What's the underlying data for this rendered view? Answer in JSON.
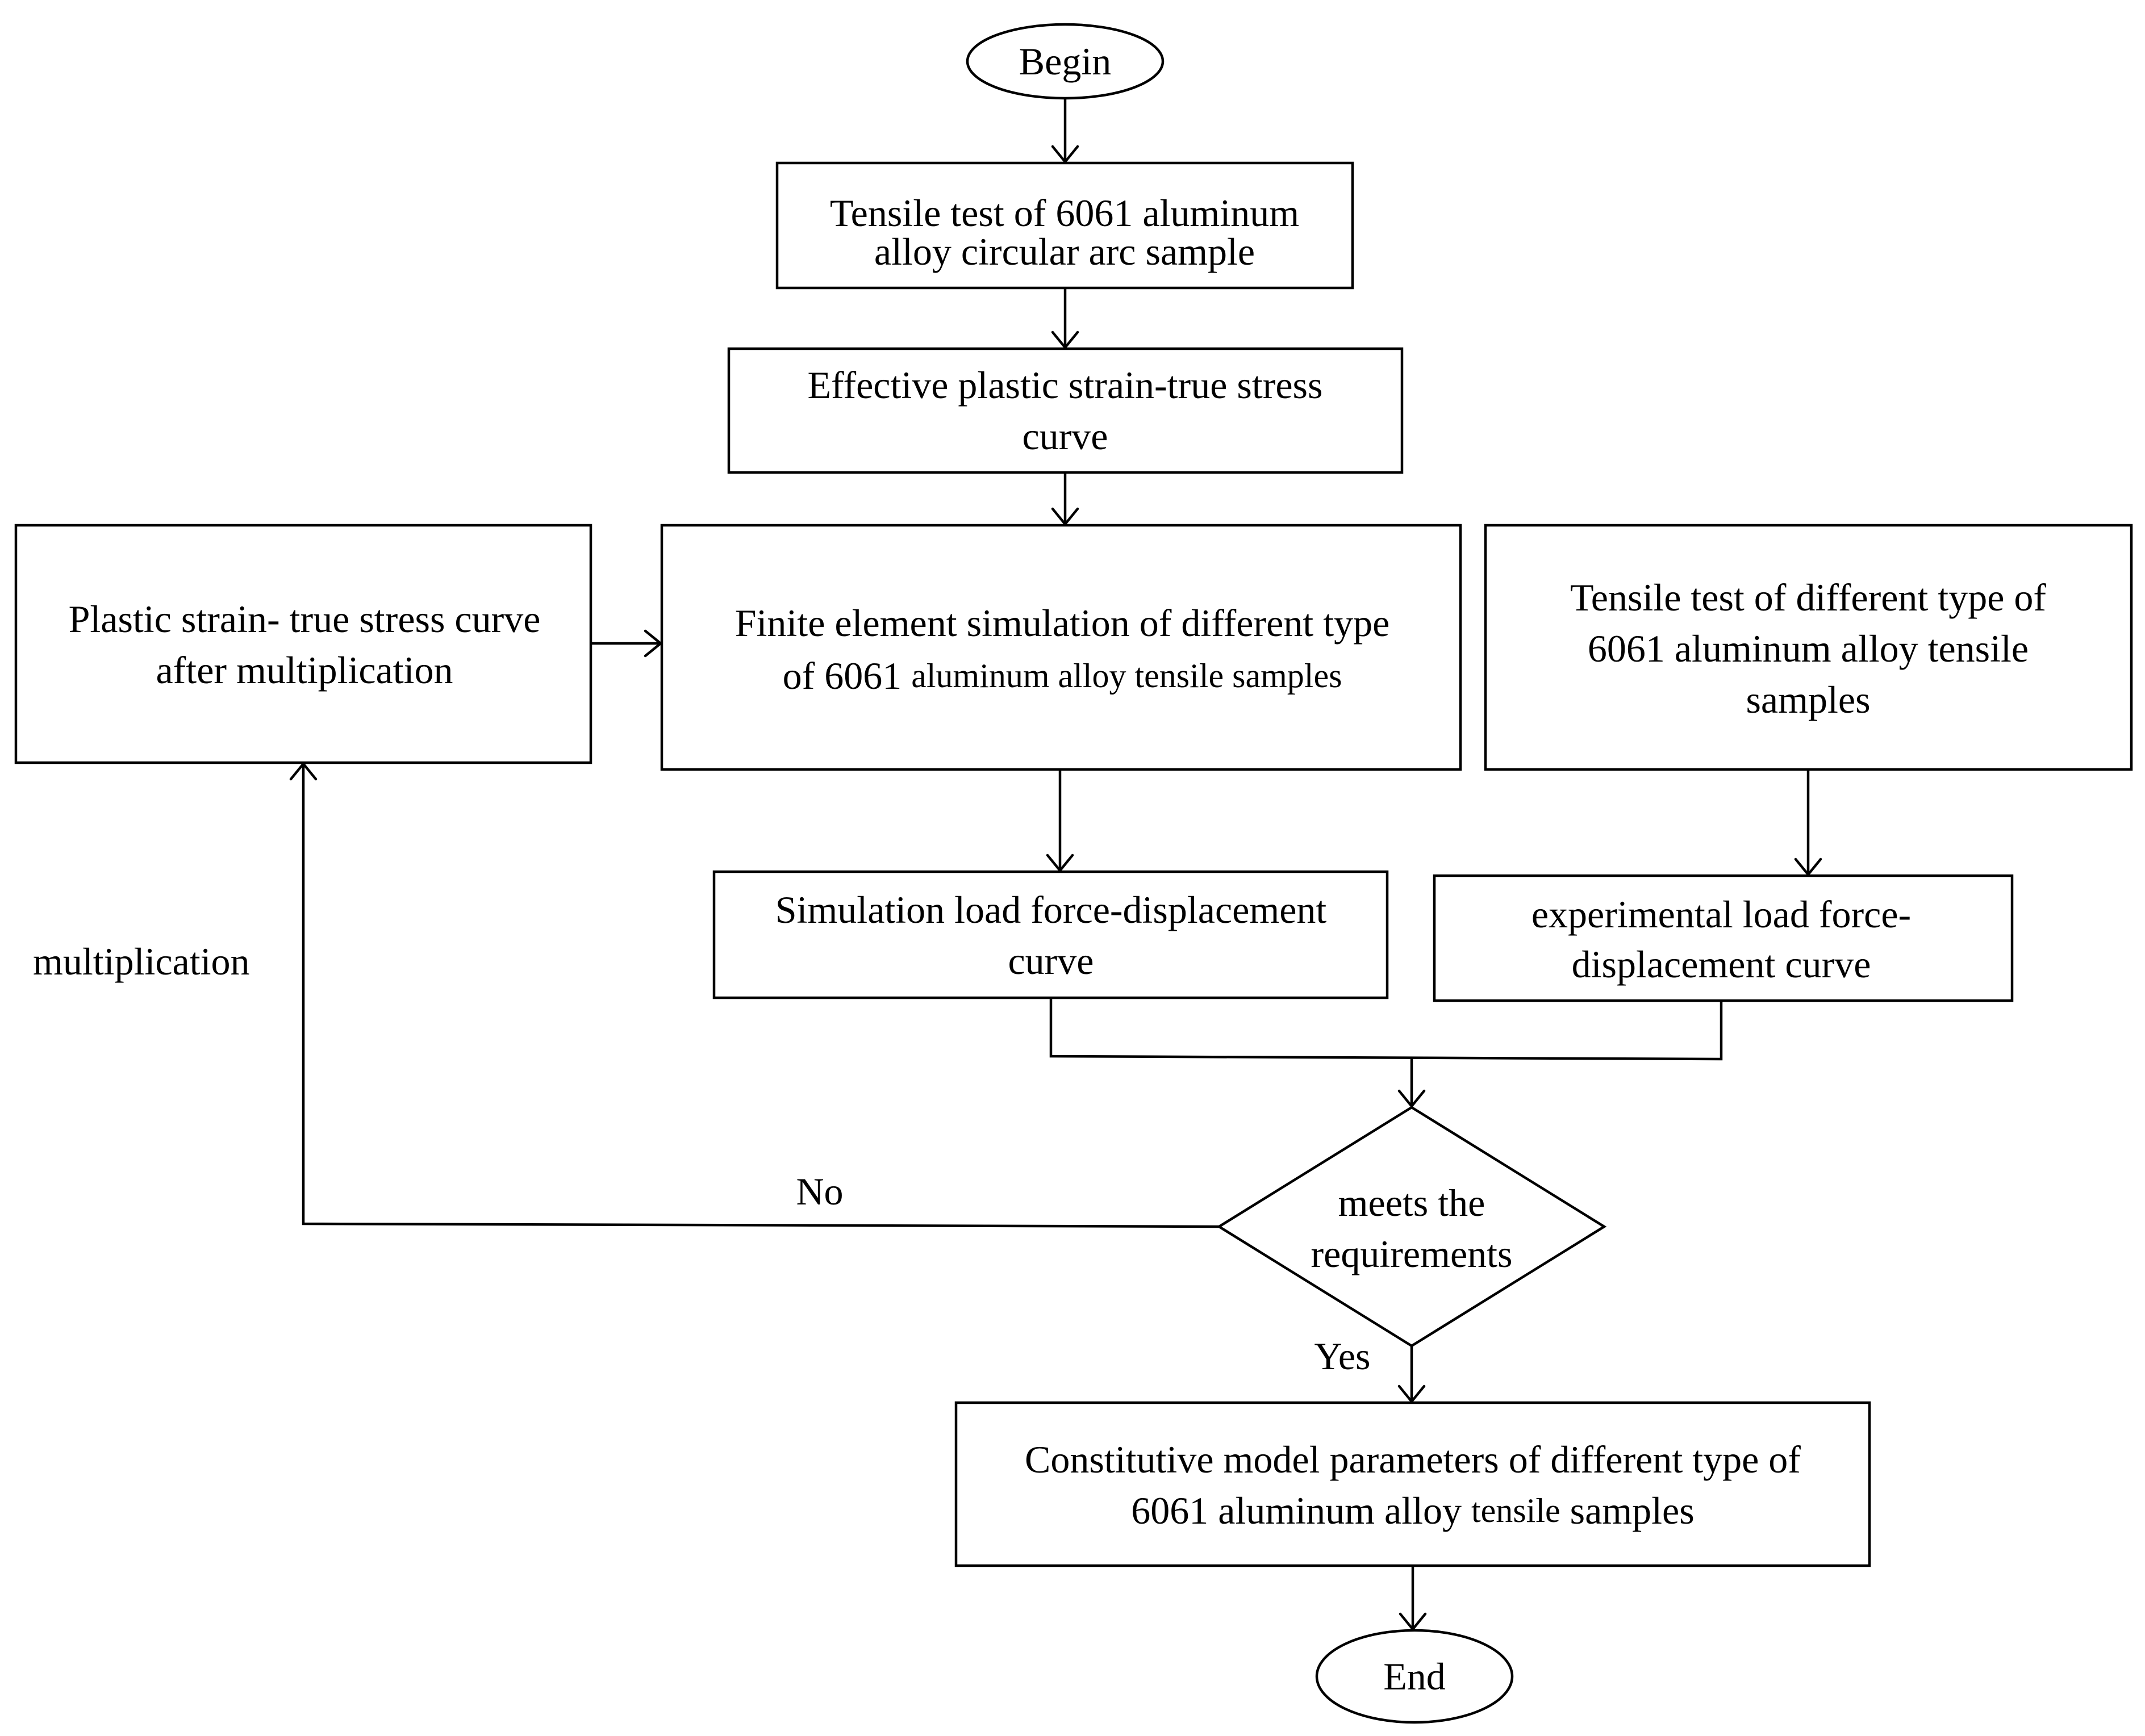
{
  "diagram": {
    "nodes": {
      "begin": {
        "label": "Begin"
      },
      "tensile_arc": {
        "line1": "Tensile test of 6061 aluminum",
        "line2": "alloy circular arc sample"
      },
      "effective_curve": {
        "line1": "Effective plastic strain-true stress",
        "line2": "curve"
      },
      "plastic_curve": {
        "line1": "Plastic strain- true stress curve",
        "line2": "after multiplication"
      },
      "fe_simulation": {
        "line1": "Finite element simulation of  different type",
        "line2_a": "of  6061 ",
        "line2_b": "aluminum alloy tensile samples"
      },
      "tensile_types": {
        "line1": "Tensile test of different type of",
        "line2": "6061 aluminum alloy tensile",
        "line3": "samples"
      },
      "sim_curve": {
        "line1": "Simulation load force-displacement",
        "line2": "curve"
      },
      "exp_curve": {
        "line1": "experimental load force-",
        "line2": "displacement curve"
      },
      "decision": {
        "line1": "meets the",
        "line2": "requirements"
      },
      "constitutive": {
        "line1": "Constitutive model parameters of  different type of",
        "line2_a": "6061 aluminum alloy ",
        "line2_b": "tensile",
        "line2_c": " samples"
      },
      "end": {
        "label": "End"
      }
    },
    "edge_labels": {
      "multiplication": "multiplication",
      "no": "No",
      "yes": "Yes"
    }
  }
}
